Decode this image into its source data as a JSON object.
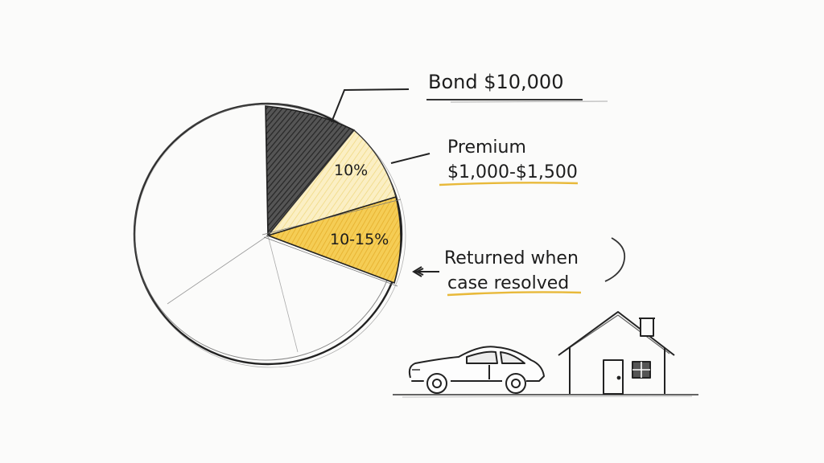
{
  "labels": {
    "bond": "Bond  $10,000",
    "premium_line1": "Premium",
    "premium_line2": "$1,000-$1,500",
    "slice_premium": "10%",
    "slice_range": "10-15%",
    "returned_line1": "Returned when",
    "returned_line2": "case resolved"
  },
  "colors": {
    "ink": "#1d1d1d",
    "dark_slice": "#3a3a3a",
    "light_yellow": "#f7e6a6",
    "gold": "#f1c242",
    "underline_gold": "#e8b93a"
  },
  "icons": [
    "car-icon",
    "house-icon"
  ]
}
